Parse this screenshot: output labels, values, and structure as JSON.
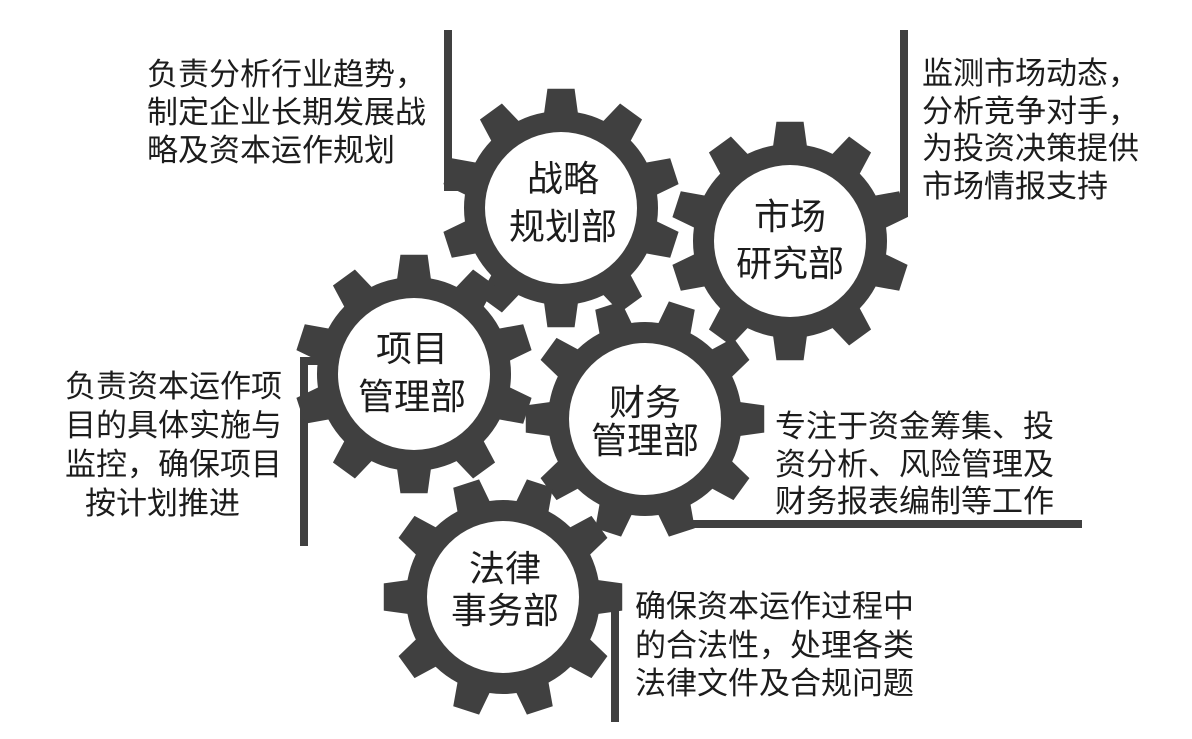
{
  "departments": [
    {
      "label": [
        "战略",
        "规划部"
      ],
      "description": [
        "负责分析行业趋势，",
        "制定企业长期发展战",
        "略及资本运作规划"
      ]
    },
    {
      "label": [
        "市场",
        "研究部"
      ],
      "description": [
        "监测市场动态，",
        "分析竞争对手，",
        "为投资决策提供",
        "市场情报支持"
      ]
    },
    {
      "label": [
        "项目",
        "管理部"
      ],
      "description": [
        "负责资本运作项",
        "目的具体实施与",
        "监控，确保项目",
        "按计划推进"
      ]
    },
    {
      "label": [
        "财务",
        "管理部"
      ],
      "description": [
        "专注于资金筹集、投",
        "资分析、风险管理及",
        "财务报表编制等工作"
      ]
    },
    {
      "label": [
        "法律",
        "事务部"
      ],
      "description": [
        "确保资本运作过程中",
        "的合法性，处理各类",
        "法律文件及合规问题"
      ]
    }
  ],
  "colors": {
    "gear": "#404040",
    "hub": "#ffffff",
    "text": "#1c1c1c",
    "background": "#ffffff"
  }
}
